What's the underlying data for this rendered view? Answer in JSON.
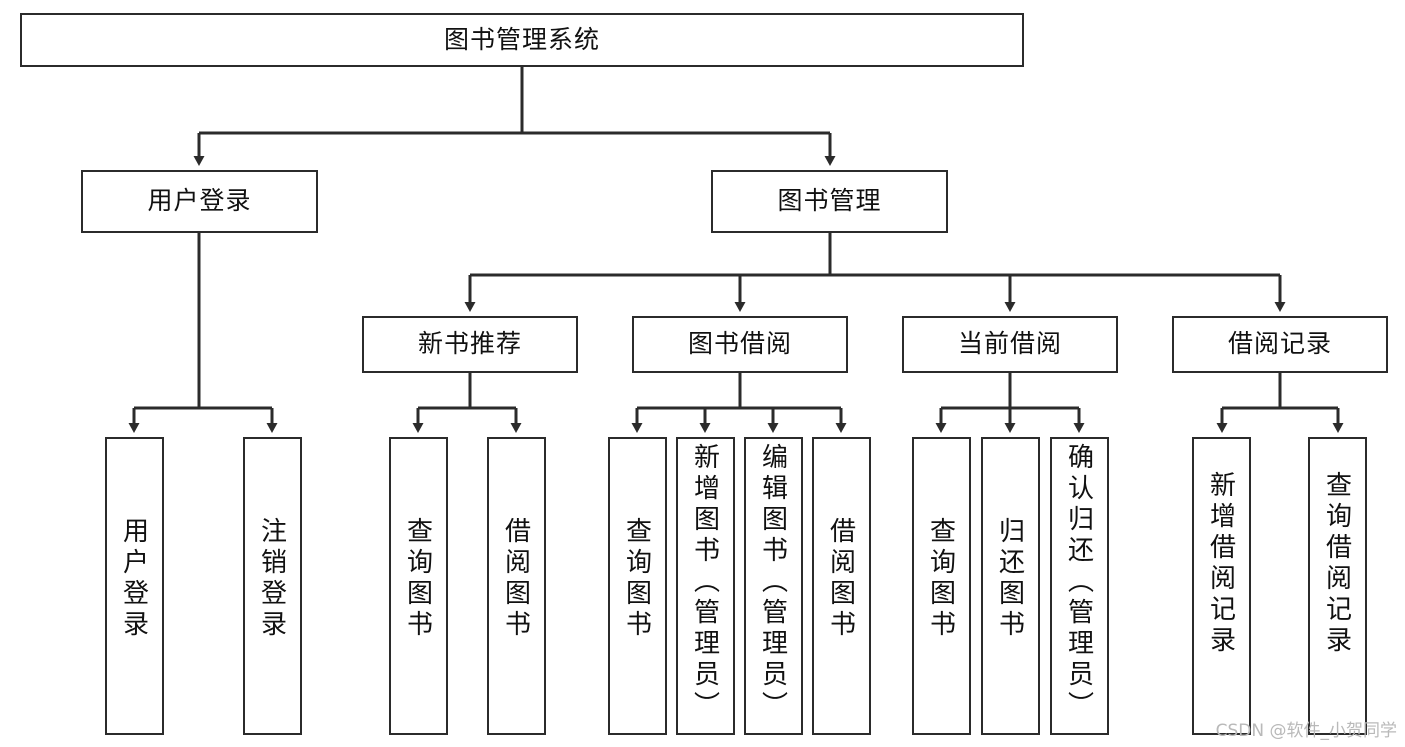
{
  "diagram": {
    "type": "tree-hierarchy-flowchart",
    "title": "图书管理系统",
    "watermark": "CSDN @软件_小贺同学",
    "colors": {
      "box_border": "#2b2b2b",
      "box_fill": "#ffffff",
      "edge": "#2b2b2b",
      "text": "#111111",
      "watermark": "#b9b9b9"
    },
    "levels": {
      "root": {
        "label": "图书管理系统"
      },
      "level2": [
        {
          "id": "user-login",
          "label": "用户登录"
        },
        {
          "id": "book-management",
          "label": "图书管理"
        }
      ],
      "level3": [
        {
          "id": "new-book-recommend",
          "label": "新书推荐",
          "parent": "book-management"
        },
        {
          "id": "book-borrow",
          "label": "图书借阅",
          "parent": "book-management"
        },
        {
          "id": "current-borrow",
          "label": "当前借阅",
          "parent": "book-management"
        },
        {
          "id": "borrow-record",
          "label": "借阅记录",
          "parent": "book-management"
        }
      ],
      "leaves": [
        {
          "id": "leaf-user-login",
          "label": "用户登录",
          "parent": "user-login"
        },
        {
          "id": "leaf-logout",
          "label": "注销登录",
          "parent": "user-login"
        },
        {
          "id": "leaf-query-book-1",
          "label": "查询图书",
          "parent": "new-book-recommend"
        },
        {
          "id": "leaf-borrow-book-1",
          "label": "借阅图书",
          "parent": "new-book-recommend"
        },
        {
          "id": "leaf-query-book-2",
          "label": "查询图书",
          "parent": "book-borrow"
        },
        {
          "id": "leaf-add-book",
          "label": "新增图书（管理员）",
          "parent": "book-borrow"
        },
        {
          "id": "leaf-edit-book",
          "label": "编辑图书（管理员）",
          "parent": "book-borrow"
        },
        {
          "id": "leaf-borrow-book-2",
          "label": "借阅图书",
          "parent": "book-borrow"
        },
        {
          "id": "leaf-query-book-3",
          "label": "查询图书",
          "parent": "current-borrow"
        },
        {
          "id": "leaf-return-book",
          "label": "归还图书",
          "parent": "current-borrow"
        },
        {
          "id": "leaf-confirm-return",
          "label": "确认归还（管理员）",
          "parent": "current-borrow"
        },
        {
          "id": "leaf-add-record",
          "label": "新增借阅记录",
          "parent": "borrow-record"
        },
        {
          "id": "leaf-query-record",
          "label": "查询借阅记录",
          "parent": "borrow-record"
        }
      ]
    }
  }
}
